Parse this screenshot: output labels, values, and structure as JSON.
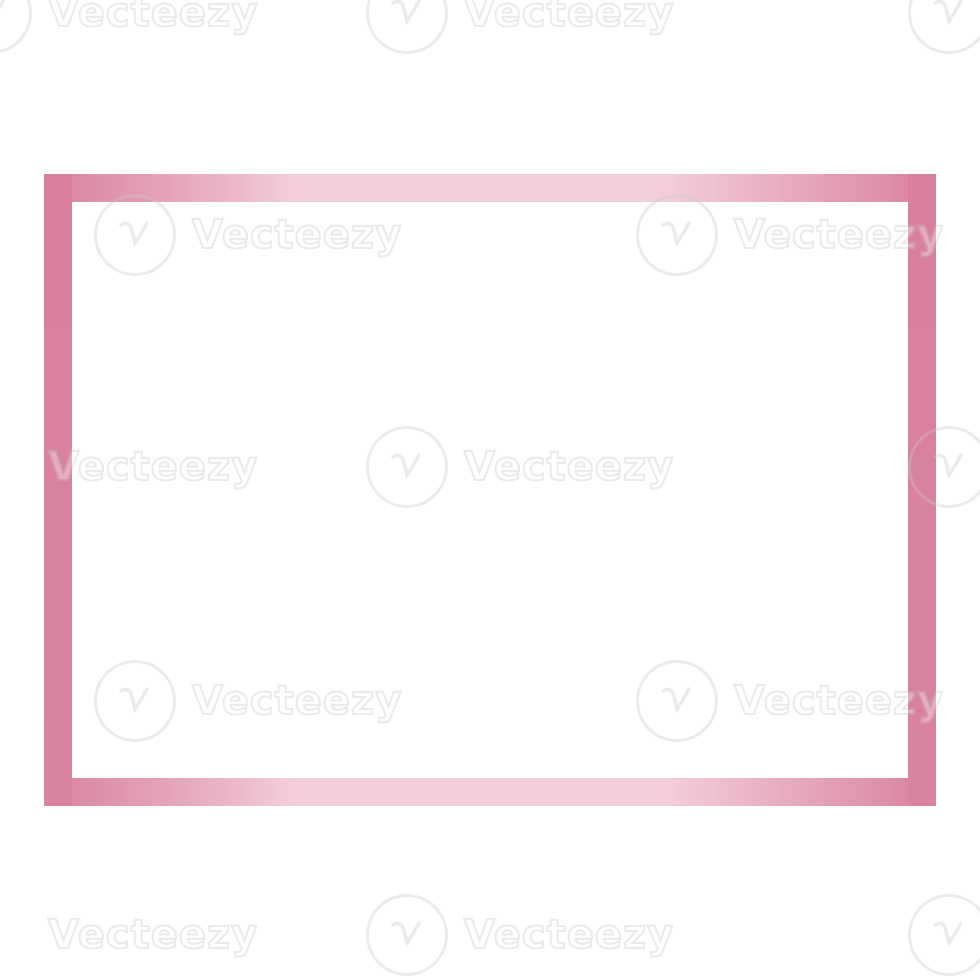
{
  "image": {
    "background_color": "#ffffff",
    "frame": {
      "shape": "rectangle",
      "fill": "none",
      "stroke_gradient": [
        "#d9809f",
        "#f3cdd9",
        "#d9809f"
      ]
    },
    "watermark": {
      "text": "Vecteezy",
      "icon": "vecteezy-logo-icon",
      "color": "#c8c8c8"
    }
  }
}
